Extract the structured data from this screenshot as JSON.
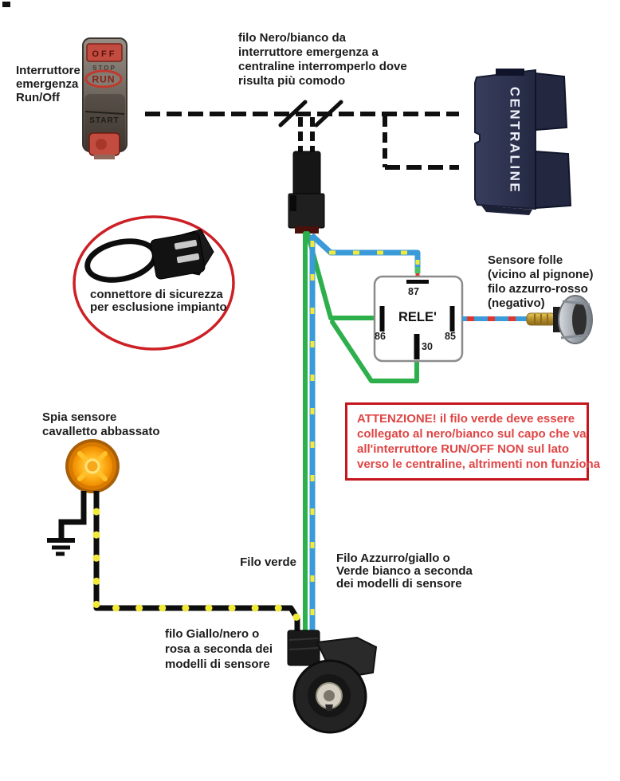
{
  "colors": {
    "wire_black": "#0f0f0f",
    "wire_green": "#2db04c",
    "wire_blue": "#3b9ad8",
    "wire_yellow": "#f2ea3a",
    "wire_red": "#df372e",
    "warning_red": "#c4161c",
    "ecu_body": "#2e3452",
    "lamp_amber": "#f59d00"
  },
  "components": {
    "kill_switch": {
      "caption": [
        "Interruttore",
        "emergenza",
        "Run/Off"
      ],
      "off_label": "OFF",
      "stop_label": "STOP",
      "run_label": "RUN",
      "start_label": "START"
    },
    "ecu": {
      "label": "CENTRALINE"
    },
    "relay": {
      "label": "RELE'",
      "pin_top": "87",
      "pin_left": "86",
      "pin_bottom": "30",
      "pin_right": "85"
    },
    "safety_connector": {
      "caption": [
        "connettore di sicurezza",
        "per esclusione impianto"
      ]
    },
    "neutral_sensor": {
      "caption": [
        "Sensore folle",
        "(vicino al pignone)",
        "filo azzurro-rosso",
        "(negativo)"
      ]
    },
    "stand_lamp": {
      "caption": [
        "Spia sensore",
        "cavalletto abbassato"
      ]
    }
  },
  "notes": {
    "black_white_wire": [
      "filo Nero/bianco da",
      "interruttore emergenza a",
      "centraline interromperlo dove",
      "risulta più comodo"
    ],
    "warning": [
      "ATTENZIONE! il filo verde deve essere",
      "collegato al nero/bianco sul capo che va",
      "all'interruttore RUN/OFF NON sul lato",
      "verso le centraline, altrimenti non funziona"
    ],
    "green_wire": "Filo verde",
    "blue_yellow_wire": [
      "Filo Azzurro/giallo o",
      "Verde bianco a seconda",
      "dei modelli di sensore"
    ],
    "yellow_black_wire": [
      "filo Giallo/nero o",
      "rosa a seconda dei",
      "modelli di sensore"
    ]
  }
}
